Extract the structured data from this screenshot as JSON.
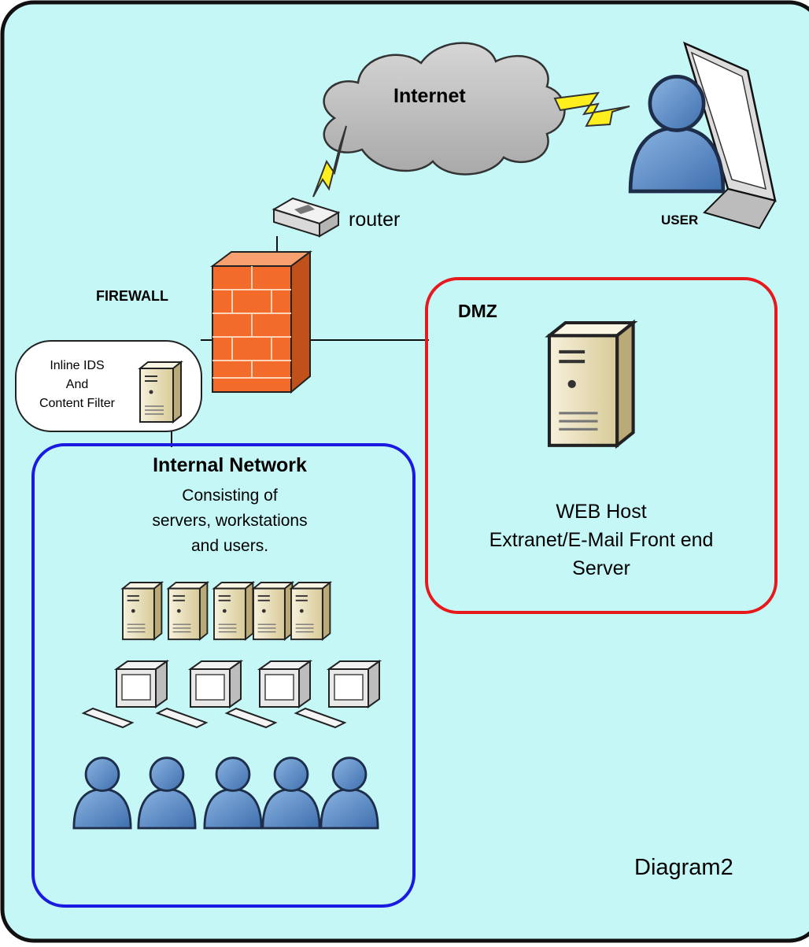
{
  "diagram": {
    "cloud_label": "Internet",
    "router_label": "router",
    "user_label": "USER",
    "firewall_label": "FIREWALL",
    "ids": {
      "line1": "Inline IDS",
      "line2": "And",
      "line3": "Content Filter"
    },
    "dmz": {
      "title": "DMZ",
      "line1": "WEB Host",
      "line2": "Extranet/E-Mail Front end",
      "line3": "Server"
    },
    "internal": {
      "title": "Internal Network",
      "line1": "Consisting of",
      "line2": "servers, workstations",
      "line3": "and users."
    },
    "caption": "Diagram2"
  },
  "colors": {
    "background": "#c5f7f7",
    "dmz_border": "#e8191c",
    "internal_border": "#1a1ae0",
    "cloud": "#bdbdbd",
    "lightning": "#ffef1e",
    "firewall": "#f26b2a",
    "person": "#5b8ec8",
    "server": "#e8ddb6"
  },
  "icons": [
    "cloud-icon",
    "lightning-icon",
    "router-icon",
    "laptop-icon",
    "person-icon",
    "firewall-icon",
    "server-icon",
    "workstation-icon"
  ]
}
